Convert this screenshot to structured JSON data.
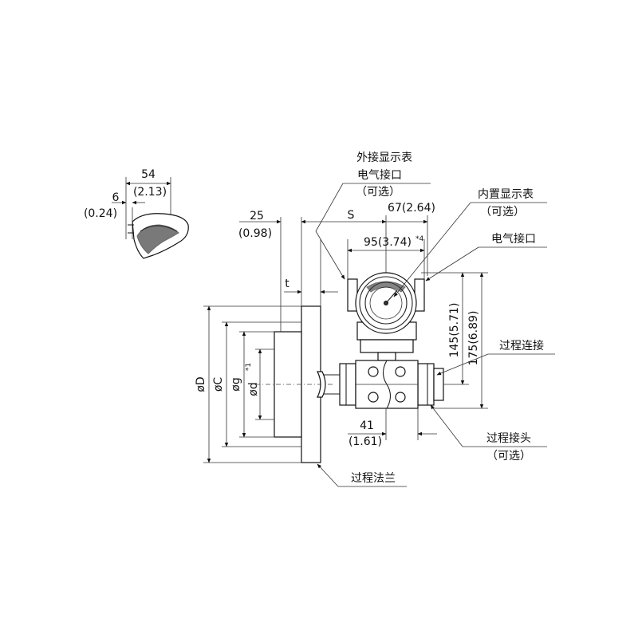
{
  "callouts": {
    "external_display_line1": "外接显示表",
    "external_display_line2": "电气接口",
    "external_display_optional": "（可选）",
    "internal_display": "内置显示表",
    "internal_display_optional": "（可选）",
    "electrical_port": "电气接口",
    "process_connection": "过程连接",
    "process_fitting": "过程接头",
    "process_fitting_optional": "（可选）",
    "process_flange": "过程法兰"
  },
  "dimensions": {
    "dim_54": "54",
    "dim_213": "(2.13)",
    "dim_6": "6",
    "dim_024": "(0.24)",
    "dim_25": "25",
    "dim_098": "(0.98)",
    "dim_S": "S",
    "dim_67": "67(2.64)",
    "dim_95": "95(3.74)",
    "dim_95_note": "*4",
    "dim_t": "t",
    "dim_145": "145(5.71)",
    "dim_175": "175(6.89)",
    "dim_41": "41",
    "dim_161": "(1.61)",
    "dim_D": "øD",
    "dim_C": "øC",
    "dim_g": "øg",
    "dim_d": "ød",
    "dim_d_note": "*1"
  }
}
